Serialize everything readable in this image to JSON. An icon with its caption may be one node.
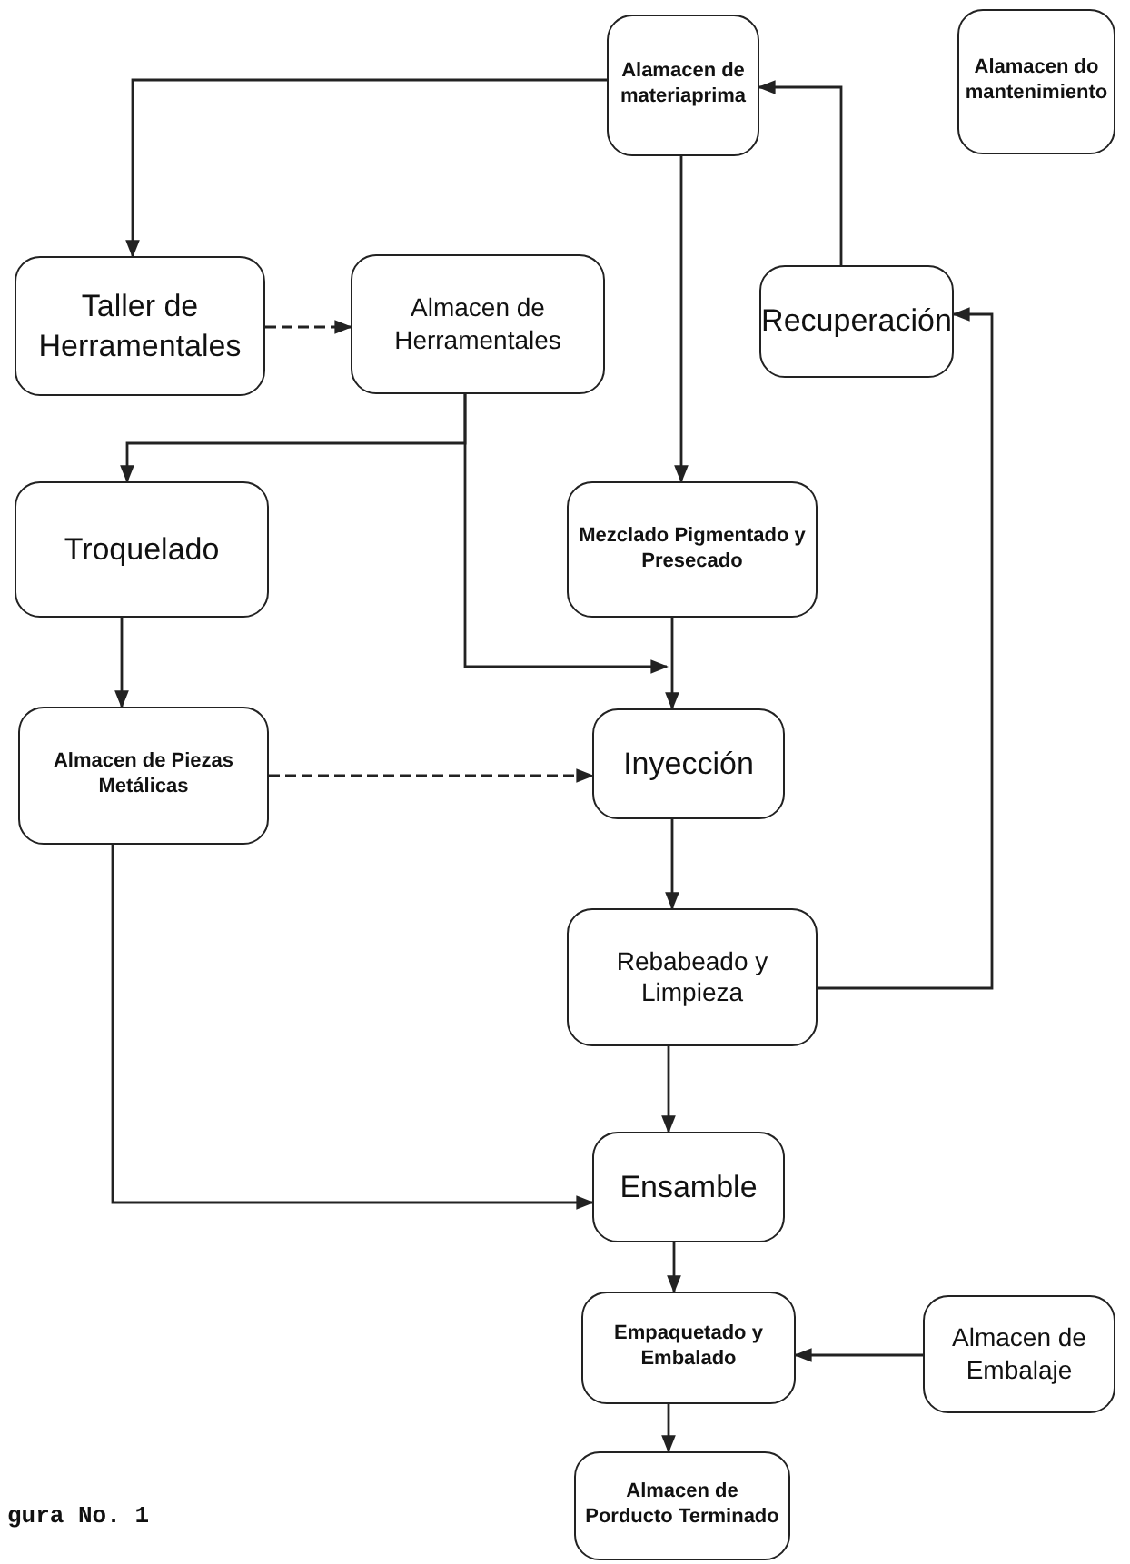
{
  "diagram": {
    "nodes": [
      {
        "text": [
          "Alamacen de materiaprima"
        ]
      },
      {
        "text": [
          "Alamacen do mantenimiento"
        ]
      },
      {
        "text": [
          "Taller de Herramentales"
        ]
      },
      {
        "text": [
          "Almacen de Herramentales"
        ]
      },
      {
        "text": [
          "Recuperación"
        ]
      },
      {
        "text": [
          "Troquelado"
        ]
      },
      {
        "text": [
          "Mezclado Pigmentado y Presecado"
        ]
      },
      {
        "text": [
          "Almacen de Piezas Metálicas"
        ]
      },
      {
        "text": [
          "Inyección"
        ]
      },
      {
        "text": [
          "Rebabeado y Limpieza"
        ]
      },
      {
        "text": [
          "Ensamble"
        ]
      },
      {
        "text": [
          "Empaquetado y Embalado"
        ]
      },
      {
        "text": [
          "Almacen de Embalaje"
        ]
      },
      {
        "text": [
          "Almacen de Porducto Terminado"
        ]
      }
    ],
    "edges": [
      {
        "from": 0,
        "to": 2,
        "arrow": "to"
      },
      {
        "from": 2,
        "to": 3,
        "arrow": "to",
        "style": "dashed"
      },
      {
        "from": 0,
        "to": 6,
        "arrow": "to"
      },
      {
        "from": 4,
        "to": 0,
        "arrow": "to"
      },
      {
        "from": 3,
        "to": 5,
        "arrow": "to"
      },
      {
        "from": 3,
        "to": 8,
        "arrow": "to"
      },
      {
        "from": 6,
        "to": 8,
        "arrow": "to"
      },
      {
        "from": 5,
        "to": 7,
        "arrow": "to"
      },
      {
        "from": 7,
        "to": 8,
        "arrow": "to",
        "style": "dashed"
      },
      {
        "from": 8,
        "to": 9,
        "arrow": "to"
      },
      {
        "from": 9,
        "to": 4,
        "arrow": "to"
      },
      {
        "from": 9,
        "to": 10,
        "arrow": "to"
      },
      {
        "from": 7,
        "to": 10,
        "arrow": "to"
      },
      {
        "from": 10,
        "to": 11,
        "arrow": "to"
      },
      {
        "from": 12,
        "to": 11,
        "arrow": "to"
      },
      {
        "from": 11,
        "to": 13,
        "arrow": "to"
      }
    ],
    "labels": [
      "gura No. 1"
    ]
  }
}
